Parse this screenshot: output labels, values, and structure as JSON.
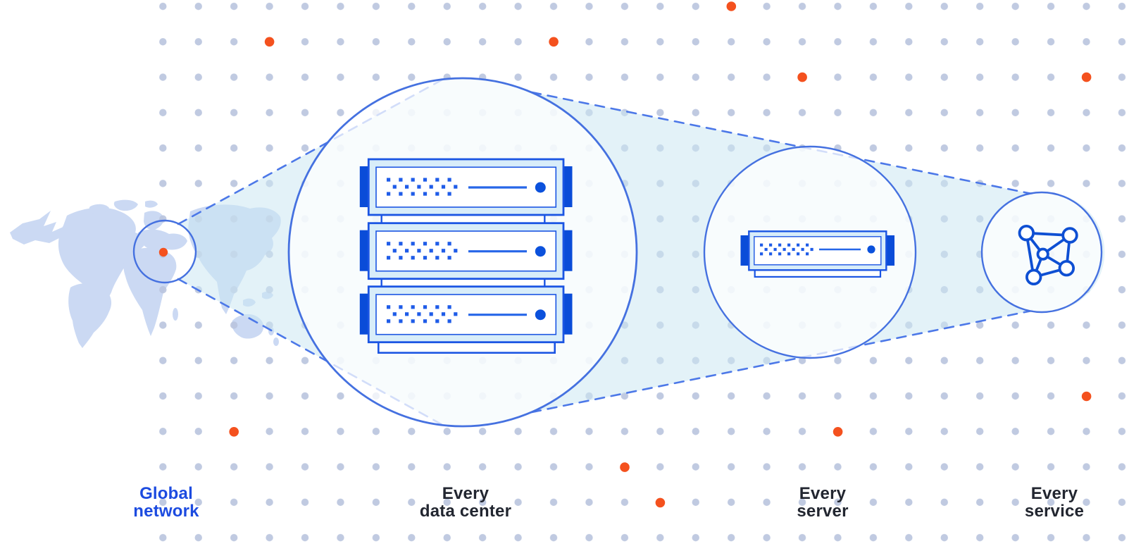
{
  "stages": [
    {
      "id": "global-network",
      "line1": "Global",
      "line2": "network"
    },
    {
      "id": "every-data-center",
      "line1": "Every",
      "line2": "data center"
    },
    {
      "id": "every-server",
      "line1": "Every",
      "line2": "server"
    },
    {
      "id": "every-service",
      "line1": "Every",
      "line2": "service"
    }
  ],
  "icons": {
    "world_map": "world-map",
    "region_circle": "map-region-circle",
    "location_marker": "orange-location-dot",
    "data_center": "server-rack-stack-icon",
    "server": "server-unit-icon",
    "service": "network-graph-icon",
    "beam": "zoom-beam-dashed-cone",
    "background": "dot-grid-pattern"
  },
  "colors": {
    "accent_blue": "#1b55e3",
    "deep_blue": "#0b51dc",
    "outline_blue": "#4571e0",
    "dashed_blue": "#4c78e8",
    "light_cyan_band": "#d8edf9",
    "beam_tint": "#e1f1f7",
    "map_fill": "#cbd9f3",
    "grid_dot": "#b9c5de",
    "highlight_orange": "#f4511e",
    "label_dark": "#222630",
    "label_blue": "#1c4be0",
    "background": "#ffffff"
  }
}
